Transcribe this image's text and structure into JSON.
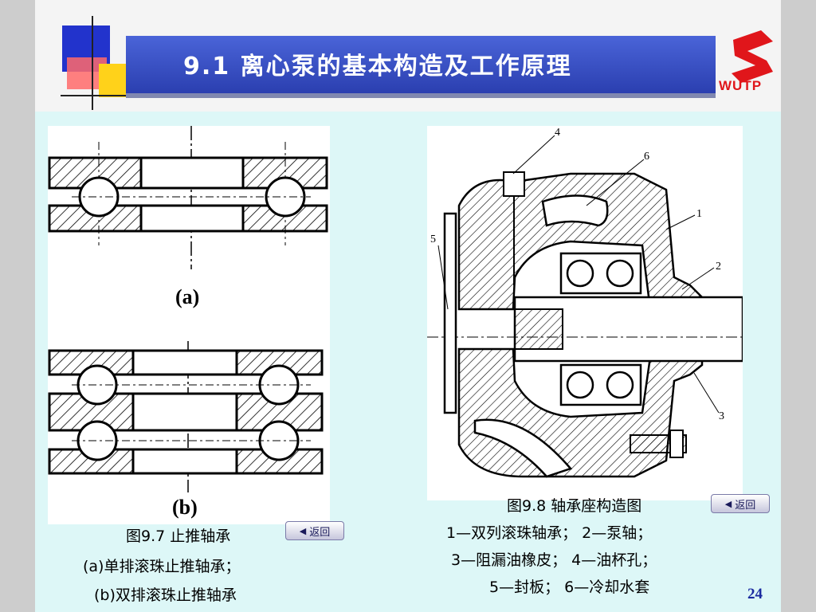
{
  "header": {
    "title": "9.1  离心泵的基本构造及工作原理"
  },
  "logo": {
    "text": "WUTP",
    "color": "#e0161b"
  },
  "figure_a": {
    "label_a": "(a)",
    "label_b": "(b)"
  },
  "figure_b": {
    "callouts": [
      "1",
      "2",
      "3",
      "4",
      "5",
      "6"
    ]
  },
  "caption_left": {
    "title": "图9.7 止推轴承",
    "line1": "(a)单排滚珠止推轴承；",
    "line2": "(b)双排滚珠止推轴承",
    "back_button": "返回"
  },
  "caption_right": {
    "title": "图9.8  轴承座构造图",
    "line1": "1—双列滚珠轴承；  2—泵轴；",
    "line2": "3—阻漏油橡皮；  4—油杯孔；",
    "line3": "5—封板；  6—冷却水套",
    "back_button": "返回"
  },
  "footer": {
    "page_number": "24"
  }
}
